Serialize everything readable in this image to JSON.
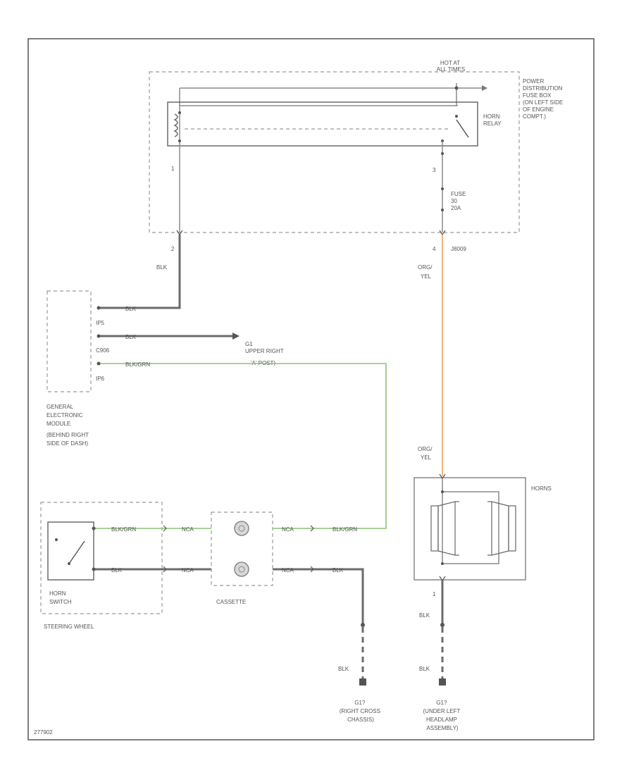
{
  "labels": {
    "hot": [
      "HOT AT",
      "ALL TIMES"
    ],
    "power_box": [
      "POWER",
      "DISTRIBUTION",
      "FUSE BOX",
      "(ON LEFT SIDE",
      "OF ENGINE",
      "COMPT.)"
    ],
    "horn_relay": [
      "HORN",
      "RELAY"
    ],
    "fuse": [
      "FUSE",
      "30",
      "20A"
    ],
    "pin_1": "1",
    "pin_3": "3",
    "pin_2": "2",
    "pin_4": "4",
    "pin_1b": "1",
    "connector": "J8009",
    "blk": "BLK",
    "org_yel": [
      "ORG/",
      "YEL"
    ],
    "gem_pins": [
      "IP5",
      "C906",
      "IP6"
    ],
    "gem_wires": [
      "BLK",
      "BLK",
      "BLK/GRN"
    ],
    "g_upper": [
      "G1",
      "UPPER RIGHT",
      "'A' POST)"
    ],
    "gem": [
      "GENERAL",
      "ELECTRONIC",
      "MODULE",
      "(BEHIND RIGHT",
      "SIDE OF DASH)"
    ],
    "horns": "HORNS",
    "sw_wires": [
      "BLK/GRN",
      "BLK"
    ],
    "clock_wires": [
      "NCA",
      "NCA",
      "NCA",
      "NCA"
    ],
    "right_wires": [
      "BLK/GRN",
      "BLK"
    ],
    "horn_switch": [
      "HORN",
      "SWITCH"
    ],
    "cassette": "CASSETTE",
    "steering_wheel": "STEERING WHEEL",
    "g_right": [
      "G1?",
      "(RIGHT CROSS",
      "CHASSIS)"
    ],
    "g_left": [
      "G1?",
      "(UNDER LEFT",
      "HEADLAMP",
      "ASSEMBLY)"
    ],
    "code": "277902"
  },
  "colors": {
    "blk": "#6b6b6b",
    "blk_grn": "#8fbf7a",
    "org_yel": "#f4b47a"
  }
}
